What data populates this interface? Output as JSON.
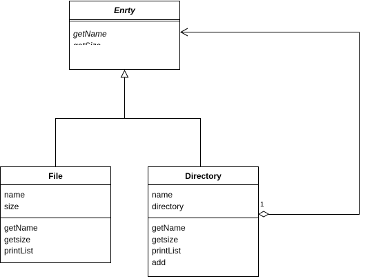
{
  "diagram": {
    "classes": [
      {
        "id": "enrty",
        "name": "Enrty",
        "abstract": true,
        "attributes": [],
        "operations": [
          "getName",
          "getSize"
        ]
      },
      {
        "id": "file",
        "name": "File",
        "abstract": false,
        "attributes": [
          "name",
          "size"
        ],
        "operations": [
          "getName",
          "getsize",
          "printList"
        ]
      },
      {
        "id": "directory",
        "name": "Directory",
        "abstract": false,
        "attributes": [
          "name",
          "directory"
        ],
        "operations": [
          "getName",
          "getsize",
          "printList",
          "add"
        ]
      }
    ],
    "relationships": [
      {
        "type": "generalization",
        "from": "File",
        "to": "Enrty"
      },
      {
        "type": "generalization",
        "from": "Directory",
        "to": "Enrty"
      },
      {
        "type": "aggregation",
        "from": "Directory",
        "to": "Enrty",
        "multiplicity": "1"
      }
    ],
    "colors": {
      "line": "#000000",
      "background": "#ffffff"
    }
  }
}
